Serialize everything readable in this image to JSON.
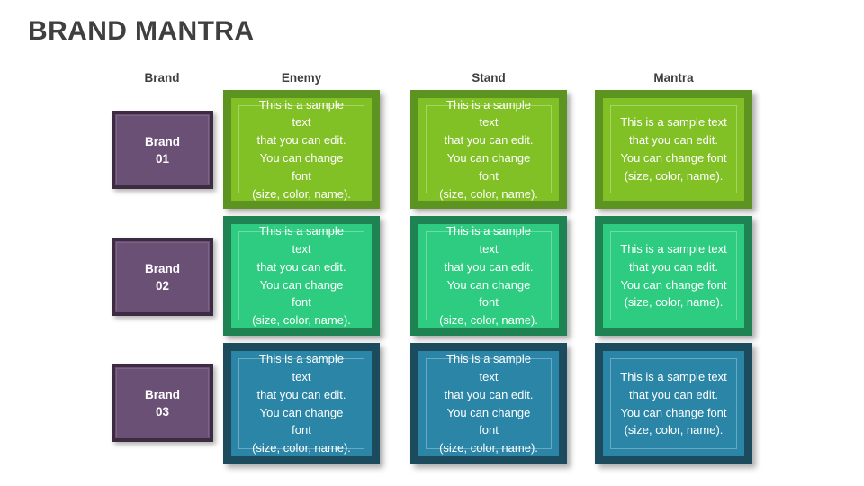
{
  "slide": {
    "title": "BRAND MANTRA",
    "background": "#ffffff",
    "title_color": "#3f3f3f"
  },
  "columns": [
    {
      "key": "brand",
      "label": "Brand"
    },
    {
      "key": "enemy",
      "label": "Enemy"
    },
    {
      "key": "stand",
      "label": "Stand"
    },
    {
      "key": "mantra",
      "label": "Mantra"
    }
  ],
  "body_text": "This is a sample text\nthat you can edit.\nYou can change font\n(size, color, name).",
  "rows": [
    {
      "brand_label": "Brand\n01",
      "accent": "#81c126",
      "border": "#5d9320",
      "cells": {
        "enemy": "This is a sample text\nthat you can edit.\nYou can change font\n(size, color, name).",
        "stand": "This is a sample text\nthat you can edit.\nYou can change font\n(size, color, name).",
        "mantra": "This is a sample text\nthat you can edit.\nYou can change font\n(size, color, name)."
      }
    },
    {
      "brand_label": "Brand\n02",
      "accent": "#2ecc80",
      "border": "#1f8253",
      "cells": {
        "enemy": "This is a sample text\nthat you can edit.\nYou can change font\n(size, color, name).",
        "stand": "This is a sample text\nthat you can edit.\nYou can change font\n(size, color, name).",
        "mantra": "This is a sample text\nthat you can edit.\nYou can change font\n(size, color, name)."
      }
    },
    {
      "brand_label": "Brand\n03",
      "accent": "#2a85a6",
      "border": "#1d4b5e",
      "cells": {
        "enemy": "This is a sample text\nthat you can edit.\nYou can change font\n(size, color, name).",
        "stand": "This is a sample text\nthat you can edit.\nYou can change font\n(size, color, name).",
        "mantra": "This is a sample text\nthat you can edit.\nYou can change font\n(size, color, name)."
      }
    }
  ],
  "brand_box": {
    "fill": "#6b5076",
    "border": "#3d2b42",
    "text_color": "#ffffff"
  }
}
